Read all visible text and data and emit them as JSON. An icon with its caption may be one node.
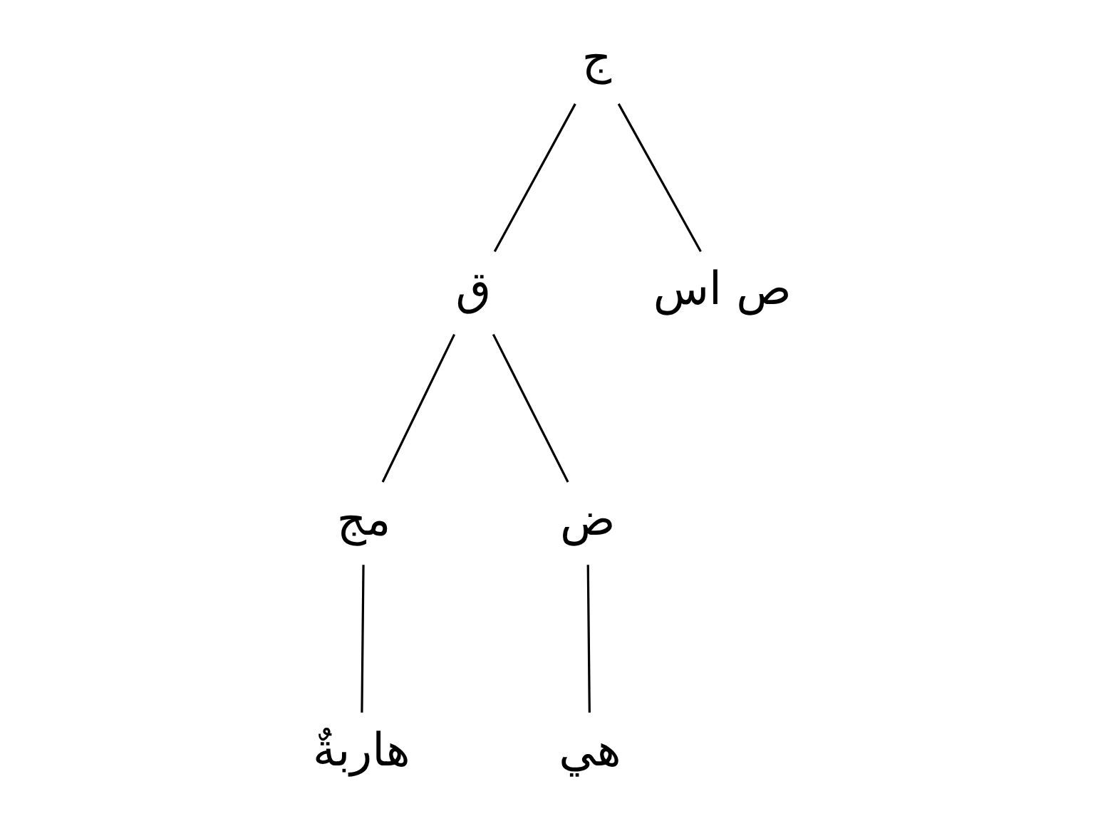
{
  "diagram": {
    "nodes": [
      {
        "text": [
          "ج"
        ]
      },
      {
        "text": [
          "ق"
        ]
      },
      {
        "text": [
          "ص اس"
        ]
      },
      {
        "text": [
          "مج"
        ]
      },
      {
        "text": [
          "ض"
        ]
      },
      {
        "text": [
          "هاربةٌ"
        ]
      },
      {
        "text": [
          "هي"
        ]
      }
    ],
    "edges": [
      {
        "from": 0,
        "to": 1,
        "arrow": "none"
      },
      {
        "from": 0,
        "to": 2,
        "arrow": "none"
      },
      {
        "from": 1,
        "to": 3,
        "arrow": "none"
      },
      {
        "from": 1,
        "to": 4,
        "arrow": "none"
      },
      {
        "from": 3,
        "to": 5,
        "arrow": "none"
      },
      {
        "from": 4,
        "to": 6,
        "arrow": "none"
      }
    ]
  }
}
